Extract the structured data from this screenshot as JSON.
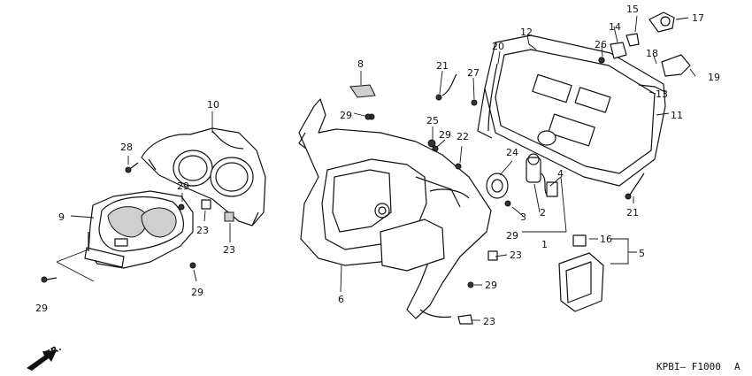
{
  "diagram_code": "KPBI– F1000",
  "diagram_code_suffix": "A",
  "direction_label": "FR.",
  "callouts": [
    {
      "key": "c1",
      "label": "1"
    },
    {
      "key": "c2",
      "label": "2"
    },
    {
      "key": "c3",
      "label": "3"
    },
    {
      "key": "c4",
      "label": "4"
    },
    {
      "key": "c5",
      "label": "5"
    },
    {
      "key": "c6",
      "label": "6"
    },
    {
      "key": "c8",
      "label": "8"
    },
    {
      "key": "c9",
      "label": "9"
    },
    {
      "key": "c10",
      "label": "10"
    },
    {
      "key": "c11",
      "label": "11"
    },
    {
      "key": "c12",
      "label": "12"
    },
    {
      "key": "c13",
      "label": "13"
    },
    {
      "key": "c14",
      "label": "14"
    },
    {
      "key": "c15",
      "label": "15"
    },
    {
      "key": "c16",
      "label": "16"
    },
    {
      "key": "c17",
      "label": "17"
    },
    {
      "key": "c18",
      "label": "18"
    },
    {
      "key": "c19",
      "label": "19"
    },
    {
      "key": "c20",
      "label": "20"
    },
    {
      "key": "c21a",
      "label": "21"
    },
    {
      "key": "c21b",
      "label": "21"
    },
    {
      "key": "c22",
      "label": "22"
    },
    {
      "key": "c23a",
      "label": "23"
    },
    {
      "key": "c23b",
      "label": "23"
    },
    {
      "key": "c23c",
      "label": "23"
    },
    {
      "key": "c23d",
      "label": "23"
    },
    {
      "key": "c23e",
      "label": "23"
    },
    {
      "key": "c24",
      "label": "24"
    },
    {
      "key": "c25",
      "label": "25"
    },
    {
      "key": "c26",
      "label": "26"
    },
    {
      "key": "c27",
      "label": "27"
    },
    {
      "key": "c28",
      "label": "28"
    },
    {
      "key": "c29a",
      "label": "29"
    },
    {
      "key": "c29b",
      "label": "29"
    },
    {
      "key": "c29c",
      "label": "29"
    },
    {
      "key": "c29d",
      "label": "29"
    },
    {
      "key": "c29e",
      "label": "29"
    },
    {
      "key": "c29f",
      "label": "29"
    },
    {
      "key": "c29g",
      "label": "29"
    }
  ]
}
